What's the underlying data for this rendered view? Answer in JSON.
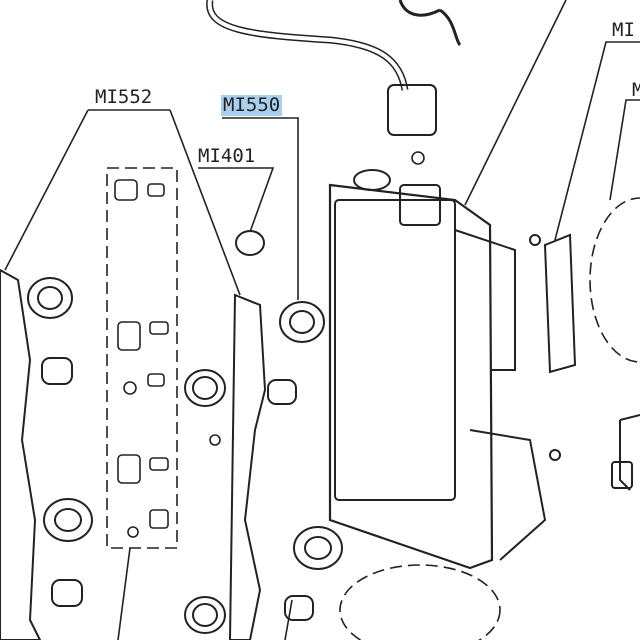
{
  "diagram": {
    "callouts": [
      {
        "id": "mi552",
        "text": "MI552",
        "highlighted": false
      },
      {
        "id": "mi550",
        "text": "MI550",
        "highlighted": true
      },
      {
        "id": "mi401",
        "text": "MI401",
        "highlighted": false
      },
      {
        "id": "mi-top-right",
        "text": "MI",
        "highlighted": false
      },
      {
        "id": "m-right",
        "text": "M",
        "highlighted": false
      }
    ],
    "colors": {
      "line": "#222222",
      "highlight": "#a9cfee",
      "background": "#ffffff"
    }
  }
}
